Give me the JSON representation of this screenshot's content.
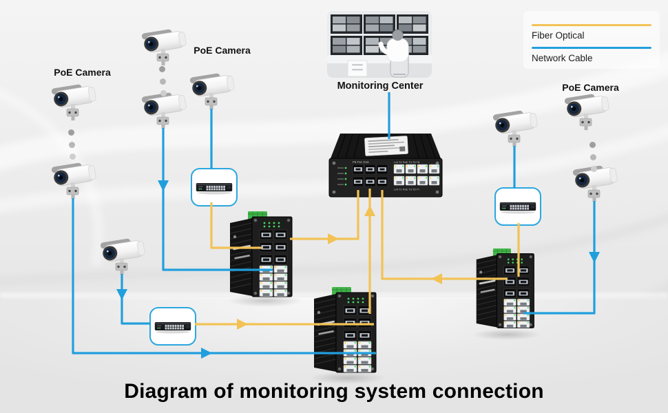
{
  "title": "Diagram of monitoring system connection",
  "legend": {
    "items": [
      {
        "id": "fiber",
        "label": "Fiber Optical",
        "color": "#F2C255"
      },
      {
        "id": "network",
        "label": "Network Cable",
        "color": "#219FDD"
      }
    ]
  },
  "monitoring_center": {
    "label": "Monitoring Center"
  },
  "camera_groups": [
    {
      "id": "left",
      "label": "PoE Camera"
    },
    {
      "id": "middle",
      "label": "PoE Camera"
    },
    {
      "id": "right",
      "label": "PoE Camera"
    }
  ],
  "central_switch": {
    "sfp_labels_top": "F9   F11   G15",
    "rj45_labels_top": "L/A T2 PoE T4   T6   T8",
    "rj45_labels_bottom": "L/A T1 PoE T3   T5   T7"
  }
}
